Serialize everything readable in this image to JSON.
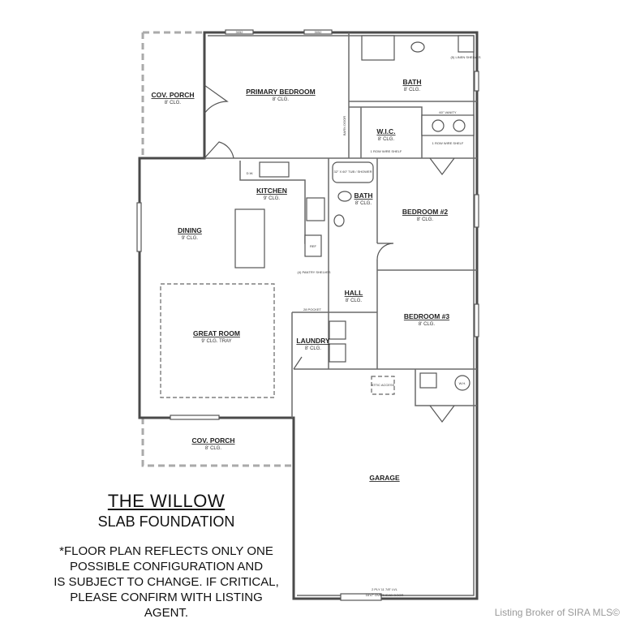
{
  "plan": {
    "rooms": {
      "cov_porch_top": {
        "name": "COV. PORCH",
        "ceiling": "8' CLG."
      },
      "primary_bedroom": {
        "name": "PRIMARY BEDROOM",
        "ceiling": "8' CLG."
      },
      "bath_primary": {
        "name": "BATH",
        "ceiling": "8' CLG."
      },
      "wic": {
        "name": "W.I.C.",
        "ceiling": "8' CLG."
      },
      "kitchen": {
        "name": "KITCHEN",
        "ceiling": "9' CLG."
      },
      "dining": {
        "name": "DINING",
        "ceiling": "9' CLG."
      },
      "bath2": {
        "name": "BATH",
        "ceiling": "8' CLG."
      },
      "bedroom2": {
        "name": "BEDROOM #2",
        "ceiling": "8' CLG."
      },
      "hall": {
        "name": "HALL",
        "ceiling": "8' CLG."
      },
      "great_room": {
        "name": "GREAT ROOM",
        "ceiling": "9' CLG. TRAY"
      },
      "bedroom3": {
        "name": "BEDROOM #3",
        "ceiling": "8' CLG."
      },
      "laundry": {
        "name": "LAUNDRY",
        "ceiling": "8' CLG."
      },
      "cov_porch_bottom": {
        "name": "COV. PORCH",
        "ceiling": "8' CLG."
      },
      "garage": {
        "name": "GARAGE"
      }
    },
    "notes": {
      "window_top": "3052",
      "vanity": "60\" VANITY",
      "wire_shelf": "1 ROW WIRE SHELF",
      "linen": "(5) LINEN SHELVES",
      "tub": "32\" X 60\" TUB / SHOWER",
      "pantry": "(4) PANTRY SHELVES",
      "ref": "REF",
      "attic": "ATTIC ACCESS",
      "wh": "W.H.",
      "header": "2 PLY 11 7/8\" LVL",
      "overhead_door": "16'x7' OVERHEAD DOOR",
      "barn_door": "BARN DOOR",
      "pocket": "28 POCKET",
      "dw": "D.W."
    }
  },
  "title": "THE WILLOW",
  "subtitle": "SLAB FOUNDATION",
  "disclaimer": [
    "*FLOOR PLAN REFLECTS ONLY ONE",
    "POSSIBLE CONFIGURATION AND",
    "IS SUBJECT TO CHANGE. IF CRITICAL,",
    "PLEASE CONFIRM WITH LISTING AGENT."
  ],
  "watermark": "Listing Broker of SIRA MLS©"
}
